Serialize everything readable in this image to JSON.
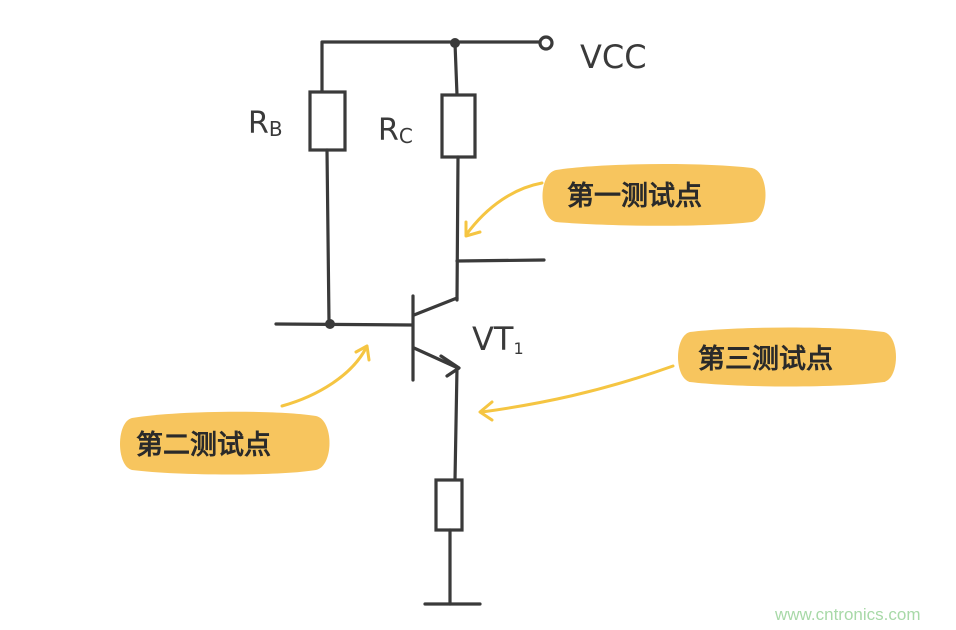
{
  "labels": {
    "vcc": "VCC",
    "rb_main": "R",
    "rb_sub": "B",
    "rc_main": "R",
    "rc_sub": "C",
    "vt_main": "VT",
    "vt_sub": "1"
  },
  "test_points": {
    "first": "第一测试点",
    "second": "第二测试点",
    "third": "第三测试点"
  },
  "watermark": "www.cntronics.com",
  "colors": {
    "wire": "#3a3a3a",
    "highlight": "#f7c55e",
    "arrow": "#f5c542",
    "watermark": "#a8d9a8"
  }
}
